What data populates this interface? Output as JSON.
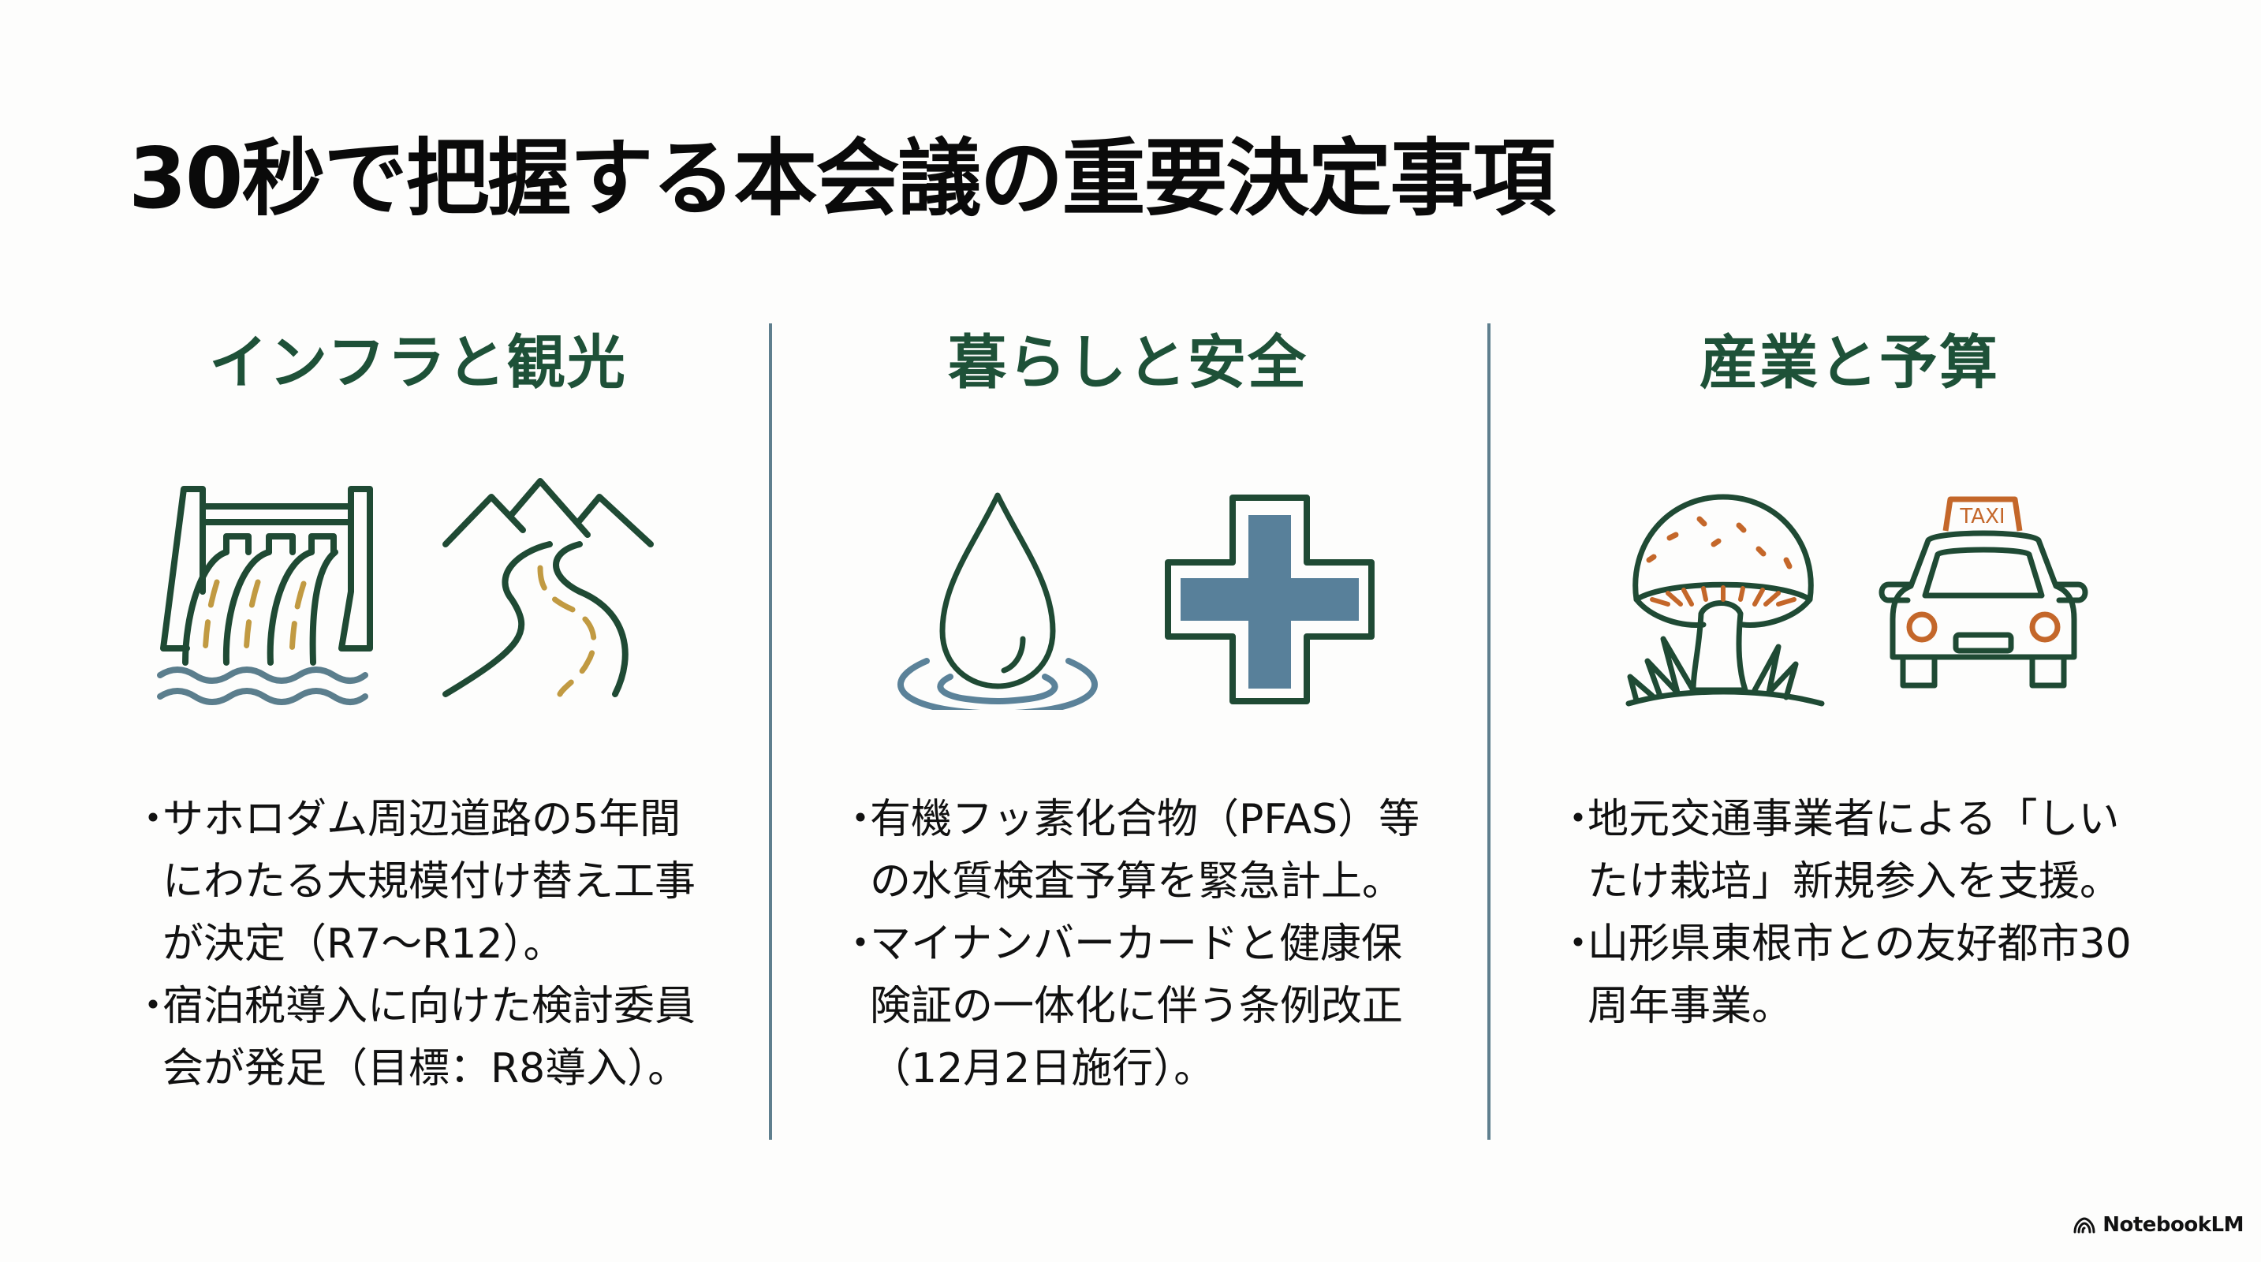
{
  "title": "30秒で把握する本会議の重要決定事項",
  "colors": {
    "heading_green": "#1e5138",
    "icon_green": "#1f4a34",
    "accent_gold": "#c19a42",
    "accent_orange": "#c4672a",
    "accent_slate": "#5b8299",
    "divider": "#5f7f8e"
  },
  "columns": [
    {
      "heading": "インフラと観光",
      "icons": [
        "dam-icon",
        "mountain-road-icon"
      ],
      "bullets": [
        {
          "marker": "・",
          "lines": [
            "サホロダム周辺道路の5年間",
            "にわたる大規模付け替え工事",
            "が決定（R7〜R12）。"
          ]
        },
        {
          "marker": "・",
          "lines": [
            "宿泊税導入に向けた検討委員",
            "会が発足（目標：R8導入）。"
          ]
        }
      ]
    },
    {
      "heading": "暮らしと安全",
      "icons": [
        "water-drop-icon",
        "medical-cross-icon"
      ],
      "bullets": [
        {
          "marker": "・",
          "lines": [
            "有機フッ素化合物（PFAS）等",
            "の水質検査予算を緊急計上。"
          ]
        },
        {
          "marker": "・",
          "lines": [
            "マイナンバーカードと健康保",
            "険証の一体化に伴う条例改正",
            "（12月2日施行）。"
          ]
        }
      ]
    },
    {
      "heading": "産業と予算",
      "icons": [
        "mushroom-icon",
        "taxi-icon"
      ],
      "taxi_sign": "TAXI",
      "bullets": [
        {
          "marker": "・",
          "lines": [
            "地元交通事業者による「しい",
            "たけ栽培」新規参入を支援。"
          ]
        },
        {
          "marker": "・",
          "lines": [
            "山形県東根市との友好都市30",
            "周年事業。"
          ]
        }
      ]
    }
  ],
  "footer": {
    "brand": "NotebookLM",
    "icon": "notebooklm-logo-icon"
  }
}
